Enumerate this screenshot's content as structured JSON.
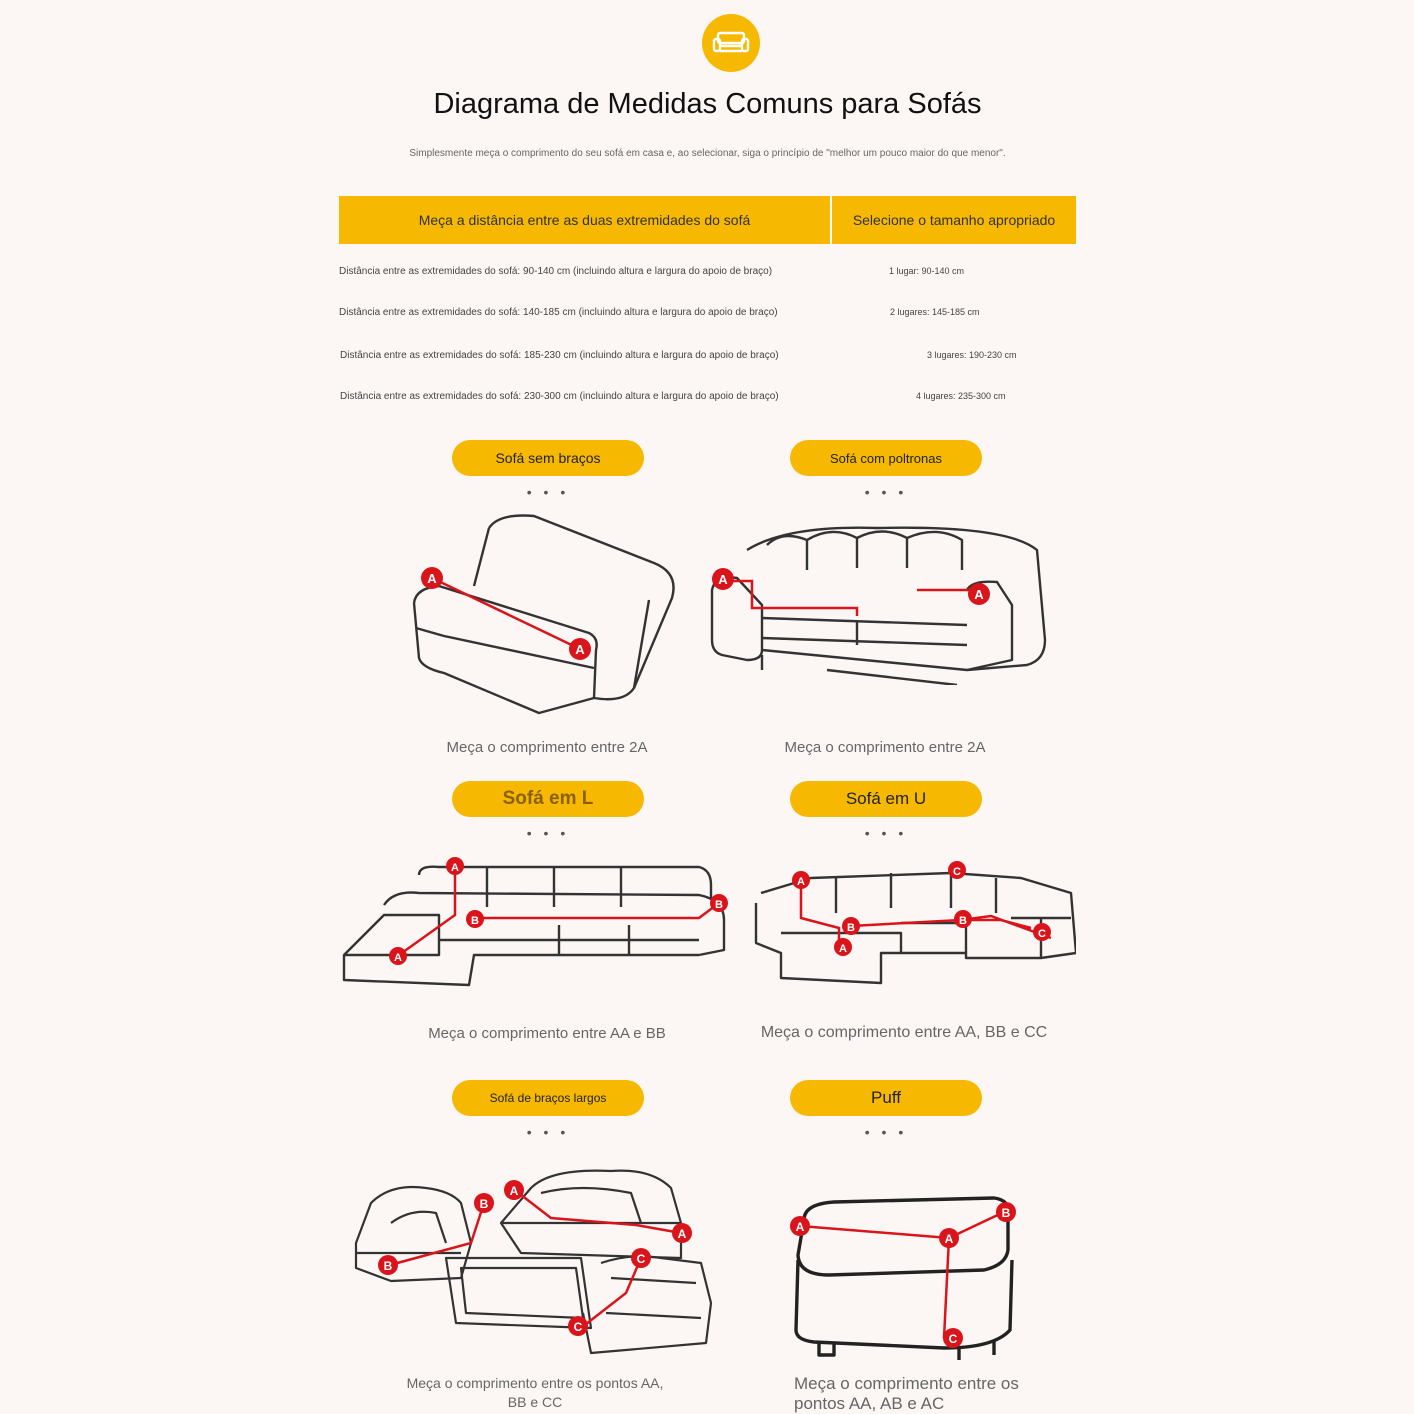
{
  "header": {
    "icon": "sofa-icon",
    "title": "Diagrama de Medidas Comuns para Sofás",
    "subtitle": "Simplesmente meça o comprimento do seu sofá em casa e, ao selecionar, siga o princípio de \"melhor um pouco maior do que menor\"."
  },
  "table": {
    "col1": "Meça a distância entre as duas extremidades do sofá",
    "col2": "Selecione o tamanho apropriado",
    "rows": [
      {
        "distance": "Distância entre as extremidades do sofá: 90-140 cm (incluindo altura e largura do apoio de braço)",
        "size": "1 lugar: 90-140 cm"
      },
      {
        "distance": "Distância entre as extremidades do sofá: 140-185 cm (incluindo altura e largura do apoio de braço)",
        "size": "2 lugares: 145-185 cm"
      },
      {
        "distance": "Distância entre as extremidades do sofá: 185-230 cm (incluindo altura e largura do apoio de braço)",
        "size": "3 lugares: 190-230 cm"
      },
      {
        "distance": "Distância entre as extremidades do sofá: 230-300 cm (incluindo altura e largura do apoio de braço)",
        "size": "4 lugares: 235-300 cm"
      }
    ]
  },
  "types": [
    {
      "label": "Sofá sem braços",
      "caption": "Meça o comprimento entre 2A"
    },
    {
      "label": "Sofá com poltronas",
      "caption": "Meça o comprimento entre 2A"
    },
    {
      "label": "Sofá em L",
      "caption": "Meça o comprimento entre AA e BB"
    },
    {
      "label": "Sofá em U",
      "caption": "Meça o comprimento entre AA, BB e CC"
    },
    {
      "label": "Sofá de braços largos",
      "caption": "Meça o comprimento entre os pontos AA, BB e CC"
    },
    {
      "label": "Puff",
      "caption": "Meça o comprimento entre os pontos AA, AB e AC"
    }
  ],
  "dots": "• • •",
  "colors": {
    "accent": "#f6b800",
    "marker": "#d9141b",
    "background": "#fcf7f4"
  }
}
